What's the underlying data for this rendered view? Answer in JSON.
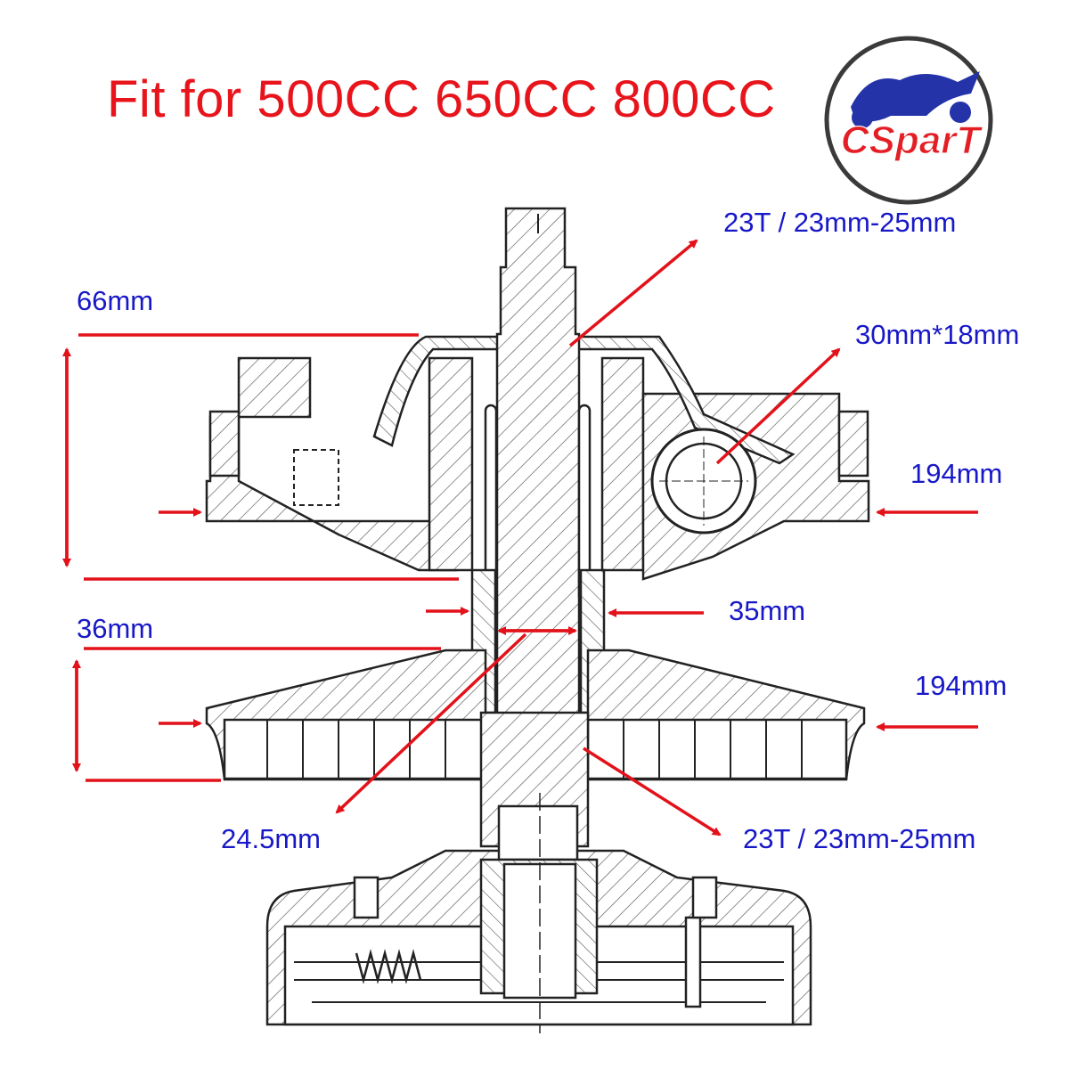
{
  "title": "Fit for 500CC 650CC 800CC",
  "brand": {
    "logo_text": "CSparT",
    "ring_color": "#3a3a3a",
    "bike_color": "#2433a8",
    "text_color": "#e31e24"
  },
  "colors": {
    "title": "#e8141c",
    "dimension_text": "#1818c8",
    "arrow": "#e3121a",
    "drawing": "#222222"
  },
  "dimensions": {
    "spline_top": "23T / 23mm-25mm",
    "height_upper": "66mm",
    "bearing": "30mm*18mm",
    "diameter_upper": "194mm",
    "shaft_diameter": "35mm",
    "height_lower": "36mm",
    "diameter_lower": "194mm",
    "bore": "24.5mm",
    "spline_bottom": "23T / 23mm-25mm"
  }
}
